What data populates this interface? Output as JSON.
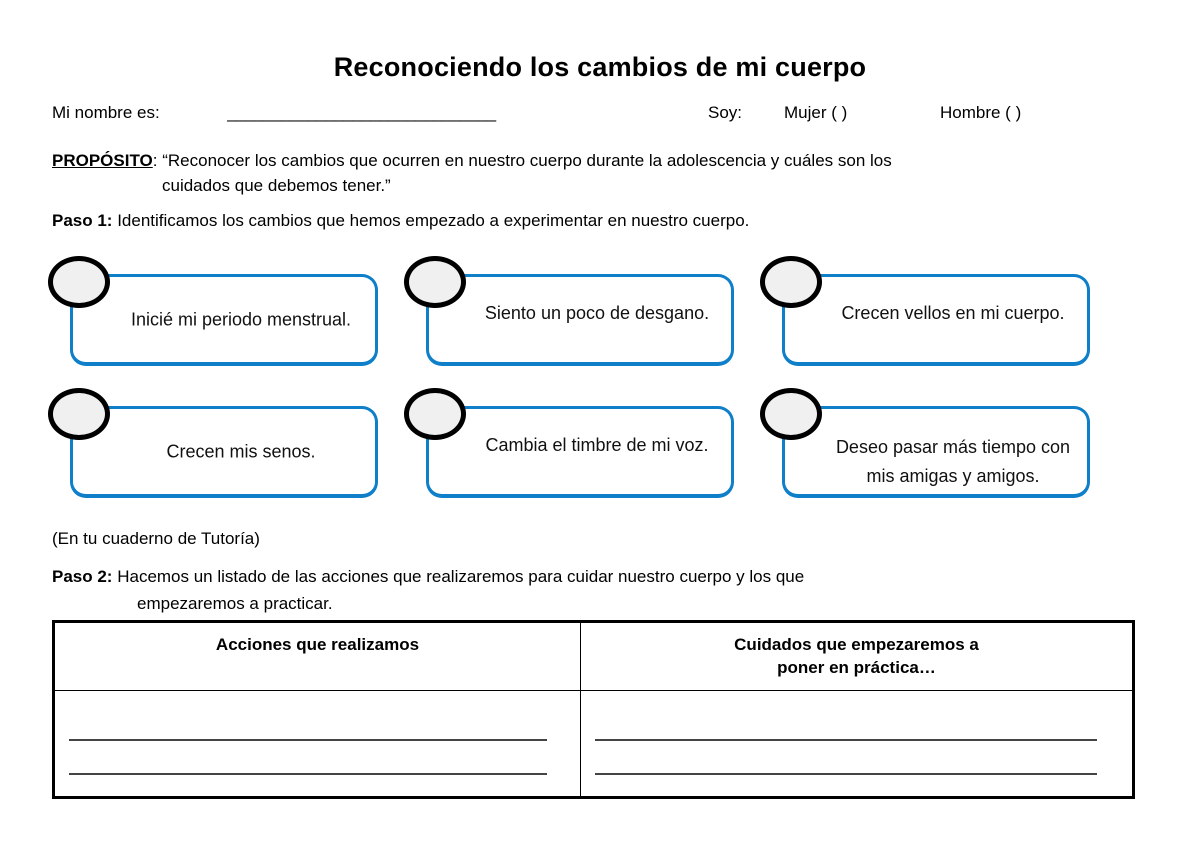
{
  "document": {
    "title": "Reconociendo los cambios de mi cuerpo"
  },
  "identity": {
    "name_label": "Mi nombre es:",
    "name_value": "",
    "name_blank": "______________________________",
    "soy_label": "Soy:",
    "mujer_label": "Mujer (      )",
    "hombre_label": "Hombre (      )"
  },
  "proposito": {
    "label": "PROPÓSITO",
    "colon": ":",
    "line1": " “Reconocer los cambios que ocurren en nuestro cuerpo durante la adolescencia y cuáles son los",
    "line2": "cuidados que debemos tener.”"
  },
  "paso1": {
    "label": "Paso 1:",
    "text": " Identificamos los cambios que hemos empezado a experimentar en nuestro cuerpo.",
    "callouts": [
      {
        "id": "callout-1",
        "text": "Inicié mi periodo menstrual.",
        "lines": 2,
        "align": "center"
      },
      {
        "id": "callout-2",
        "text": "Siento un poco de desgano.",
        "lines": 2,
        "align": "high"
      },
      {
        "id": "callout-3",
        "text": "Crecen vellos en mi cuerpo.",
        "lines": 2,
        "align": "high"
      },
      {
        "id": "callout-4",
        "text": "Crecen mis senos.",
        "lines": 1,
        "align": "center"
      },
      {
        "id": "callout-5",
        "text": "Cambia el timbre de mi voz.",
        "lines": 2,
        "align": "high"
      },
      {
        "id": "callout-6",
        "text": "Deseo pasar más tiempo con mis amigas y amigos.",
        "lines": 3,
        "align": "three"
      }
    ]
  },
  "cuaderno_note": "(En tu cuaderno de Tutoría)",
  "paso2": {
    "label": "Paso 2:",
    "line1": " Hacemos un listado de las acciones que realizaremos para cuidar nuestro cuerpo y los que",
    "line2": "empezaremos a practicar."
  },
  "table": {
    "headers": [
      "Acciones que realizamos",
      "Cuidados que empezaremos a poner en práctica…"
    ],
    "header_b_line1": "Cuidados que empezaremos a",
    "header_b_line2": "poner en práctica…",
    "rows": [
      {
        "col_a": "",
        "col_b": ""
      }
    ]
  },
  "colors": {
    "callout_blue": "#0f7fc9",
    "bubble_fill": "#f0f0f0",
    "bubble_stroke": "#000000",
    "text": "#000000",
    "rule": "#444444"
  }
}
